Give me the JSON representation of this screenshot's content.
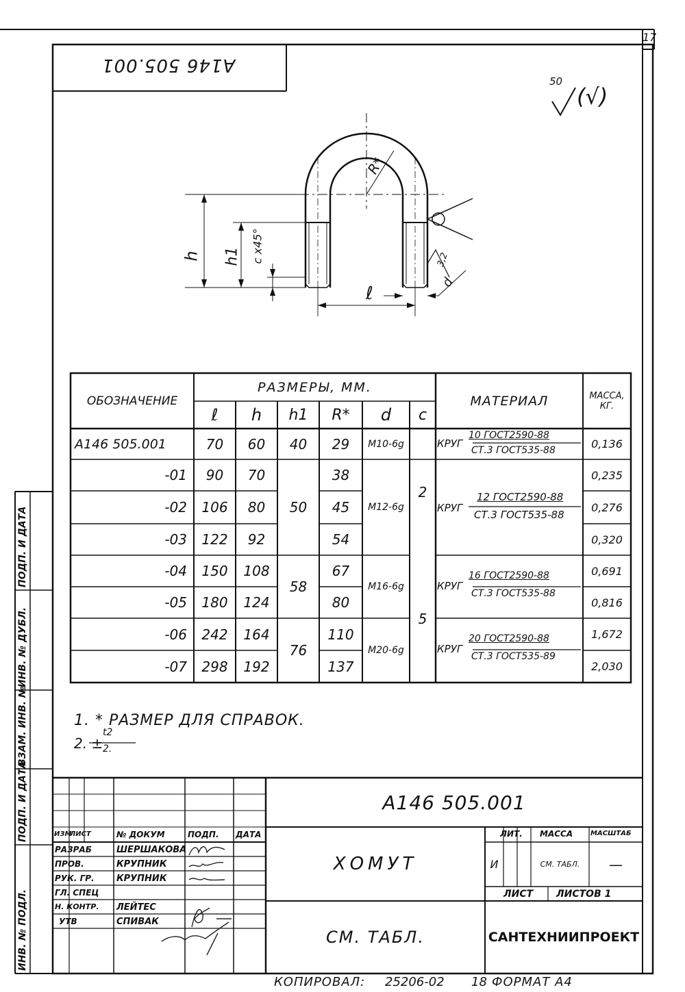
{
  "sheet": {
    "page_number": "17",
    "designation_mirrored": "А146 505.001",
    "roughness": {
      "value": "50",
      "paren": "(√)"
    },
    "drawing_labels": {
      "r_star": "R*",
      "h": "h",
      "h1": "h1",
      "chamfer": "c x45°",
      "l": "ℓ",
      "d": "d",
      "thread_rough": "3,2"
    }
  },
  "table": {
    "header": {
      "designation": "ОБОЗНАЧЕНИЕ",
      "dims_title": "РАЗМЕРЫ, ММ.",
      "material": "МАТЕРИАЛ",
      "mass": "МАССА, КГ.",
      "cols": [
        "ℓ",
        "h",
        "h1",
        "R*",
        "d",
        "c"
      ]
    },
    "rows": [
      {
        "designation": "А146 505.001",
        "l": "70",
        "h": "60",
        "R": "29",
        "mass": "0,136"
      },
      {
        "designation": "-01",
        "l": "90",
        "h": "70",
        "R": "38",
        "mass": "0,235"
      },
      {
        "designation": "-02",
        "l": "106",
        "h": "80",
        "R": "45",
        "mass": "0,276"
      },
      {
        "designation": "-03",
        "l": "122",
        "h": "92",
        "R": "54",
        "mass": "0,320"
      },
      {
        "designation": "-04",
        "l": "150",
        "h": "108",
        "R": "67",
        "mass": "0,691"
      },
      {
        "designation": "-05",
        "l": "180",
        "h": "124",
        "R": "80",
        "mass": "0,816"
      },
      {
        "designation": "-06",
        "l": "242",
        "h": "164",
        "R": "110",
        "mass": "1,672"
      },
      {
        "designation": "-07",
        "l": "298",
        "h": "192",
        "R": "137",
        "mass": "2,030"
      }
    ],
    "h1_groups": [
      "40",
      "50",
      "58",
      "76"
    ],
    "d_groups": [
      "M10-6g",
      "M12-6g",
      "M16-6g",
      "M20-6g"
    ],
    "c_groups": [
      "2",
      "5"
    ],
    "materials": [
      {
        "prefix": "КРУГ",
        "num": "10 ГОСТ2590-88",
        "den": "СТ.3 ГОСТ535-88"
      },
      {
        "prefix": "КРУГ",
        "num": "12 ГОСТ2590-88",
        "den": "СТ.3 ГОСТ535-88"
      },
      {
        "prefix": "КРУГ",
        "num": "16 ГОСТ2590-88",
        "den": "СТ.3 ГОСТ535-88"
      },
      {
        "prefix": "КРУГ",
        "num": "20 ГОСТ2590-88",
        "den": "СТ.3 ГОСТ535-89"
      }
    ]
  },
  "notes": {
    "n1": "1. * РАЗМЕР ДЛЯ СПРАВОК.",
    "n2_prefix": "2. ±",
    "n2_num": "t2",
    "n2_den": "2."
  },
  "title_block": {
    "designation": "А146 505.001",
    "name": "ХОМУТ",
    "material": "СМ. ТАБЛ.",
    "organization": "САНТЕХНИИПРОЕКТ",
    "col_headers": [
      "ИЗМ",
      "ЛИСТ",
      "№ ДОКУМ",
      "ПОДП.",
      "ДАТА"
    ],
    "roles": [
      {
        "role": "РАЗРАБ",
        "name": "ШЕРШАКОВА"
      },
      {
        "role": "ПРОВ.",
        "name": "КРУПНИК"
      },
      {
        "role": "РУК. ГР.",
        "name": "КРУПНИК"
      },
      {
        "role": "ГЛ. СПЕЦ",
        "name": ""
      },
      {
        "role": "Н. КОНТР.",
        "name": "ЛЕЙТЕС"
      },
      {
        "role": "УТВ",
        "name": "СПИВАК"
      }
    ],
    "lit_label": "ЛИТ.",
    "mass_label": "МАССА",
    "scale_label": "МАСШТАБ",
    "lit_value": "И",
    "mass_value": "СМ. ТАБЛ.",
    "scale_value": "—",
    "sheet_label": "ЛИСТ",
    "sheets_label": "ЛИСТОВ 1"
  },
  "side_labels": [
    "ИНВ. № ПОДЛ.",
    "ПОДП. И ДАТА",
    "ВЗАМ. ИНВ. №",
    "ИНВ. № ДУБЛ.",
    "ПОДП. И ДАТА"
  ],
  "footer": {
    "copied": "КОПИРОВАЛ:",
    "number": "25206-02",
    "sheet_index": "18",
    "format": "ФОРМАТ А4"
  }
}
